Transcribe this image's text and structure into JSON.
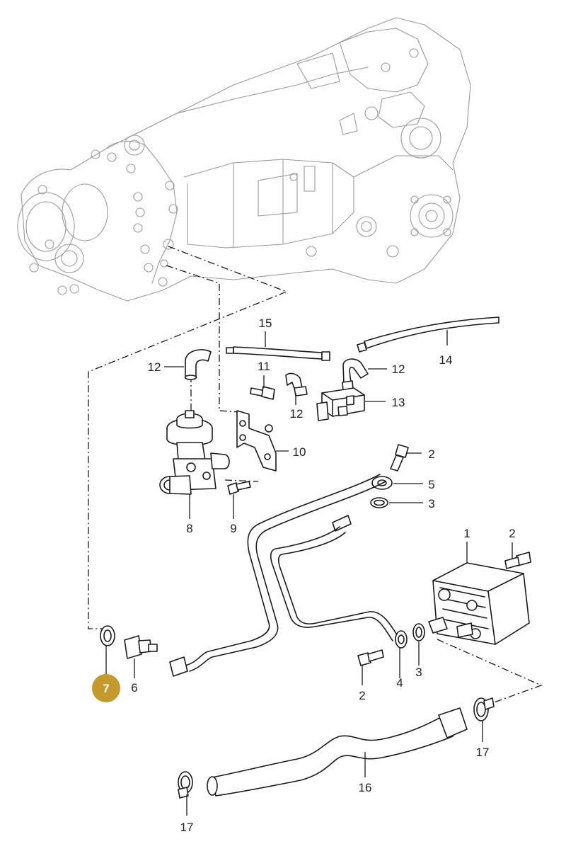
{
  "highlight_color": "#c59a2c",
  "highlight_text_color": "#ffffff",
  "selected_part": "7",
  "callouts": {
    "c1": "1",
    "c2a": "2",
    "c2b": "2",
    "c2c": "2",
    "c3a": "3",
    "c3b": "3",
    "c4": "4",
    "c5": "5",
    "c6": "6",
    "c7": "7",
    "c8": "8",
    "c9": "9",
    "c10": "10",
    "c11": "11",
    "c12a": "12",
    "c12b": "12",
    "c12c": "12",
    "c13": "13",
    "c14": "14",
    "c15": "15",
    "c16": "16",
    "c17a": "17",
    "c17b": "17"
  }
}
